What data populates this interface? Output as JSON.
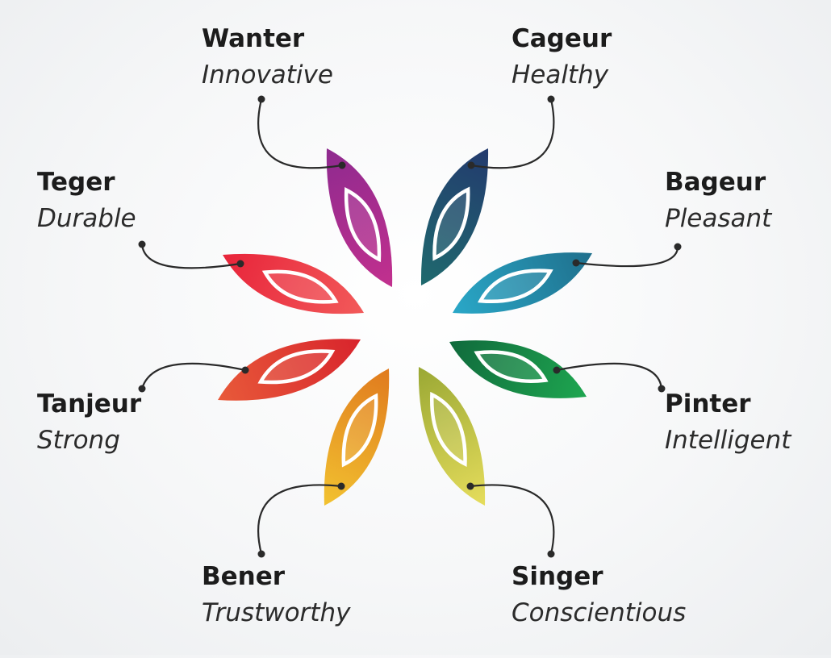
{
  "petals": [
    {
      "id": "wanter",
      "name": "Wanter",
      "trait": "Innovative",
      "color_start": "#8e2a8f",
      "color_end": "#c2308e"
    },
    {
      "id": "cageur",
      "name": "Cageur",
      "trait": "Healthy",
      "color_start": "#233a6e",
      "color_end": "#1f6a6e"
    },
    {
      "id": "bageur",
      "name": "Bageur",
      "trait": "Pleasant",
      "color_start": "#1f6f8c",
      "color_end": "#2aa8c8"
    },
    {
      "id": "pinter",
      "name": "Pinter",
      "trait": "Intelligent",
      "color_start": "#1ea650",
      "color_end": "#106a3c"
    },
    {
      "id": "singer",
      "name": "Singer",
      "trait": "Conscientious",
      "color_start": "#e6dd5c",
      "color_end": "#9aa834"
    },
    {
      "id": "bener",
      "name": "Bener",
      "trait": "Trustworthy",
      "color_start": "#f2c230",
      "color_end": "#e07a1e"
    },
    {
      "id": "tanjeur",
      "name": "Tanjeur",
      "trait": "Strong",
      "color_start": "#e85a3a",
      "color_end": "#d8242c"
    },
    {
      "id": "teger",
      "name": "Teger",
      "trait": "Durable",
      "color_start": "#e8243a",
      "color_end": "#f25a5a"
    }
  ]
}
